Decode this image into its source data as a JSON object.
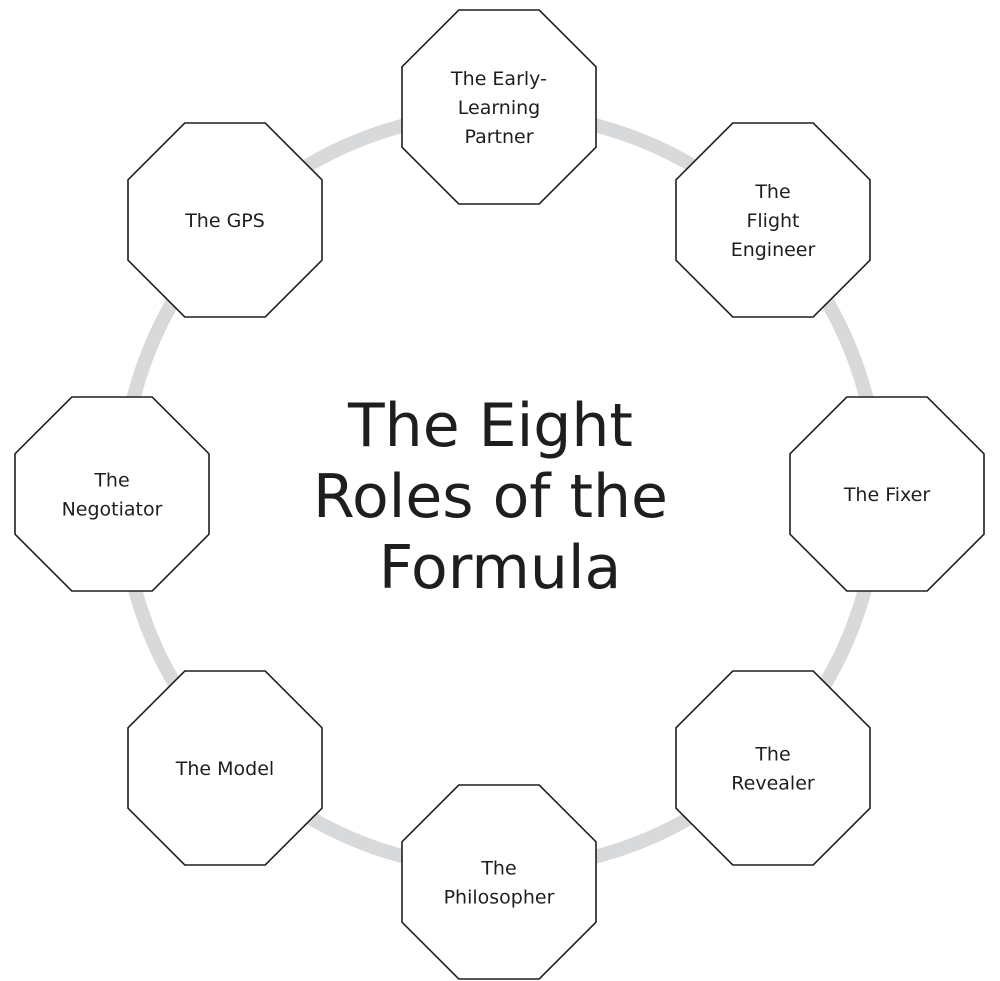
{
  "title": {
    "lines": [
      "The Eight",
      "Roles of the",
      "Formula"
    ]
  },
  "roles": [
    {
      "lines": [
        "The Early-",
        "Learning",
        "Partner"
      ]
    },
    {
      "lines": [
        "The",
        "Flight",
        "Engineer"
      ]
    },
    {
      "lines": [
        "The Fixer"
      ]
    },
    {
      "lines": [
        "The",
        "Revealer"
      ]
    },
    {
      "lines": [
        "The",
        "Philosopher"
      ]
    },
    {
      "lines": [
        "The Model"
      ]
    },
    {
      "lines": [
        "The",
        "Negotiator"
      ]
    },
    {
      "lines": [
        "The GPS"
      ]
    }
  ],
  "colors": {
    "ring": "#d8d9db",
    "octagon_stroke": "#1e1e1e",
    "octagon_fill": "#ffffff",
    "text": "#1e1e1e",
    "background": "#ffffff"
  }
}
